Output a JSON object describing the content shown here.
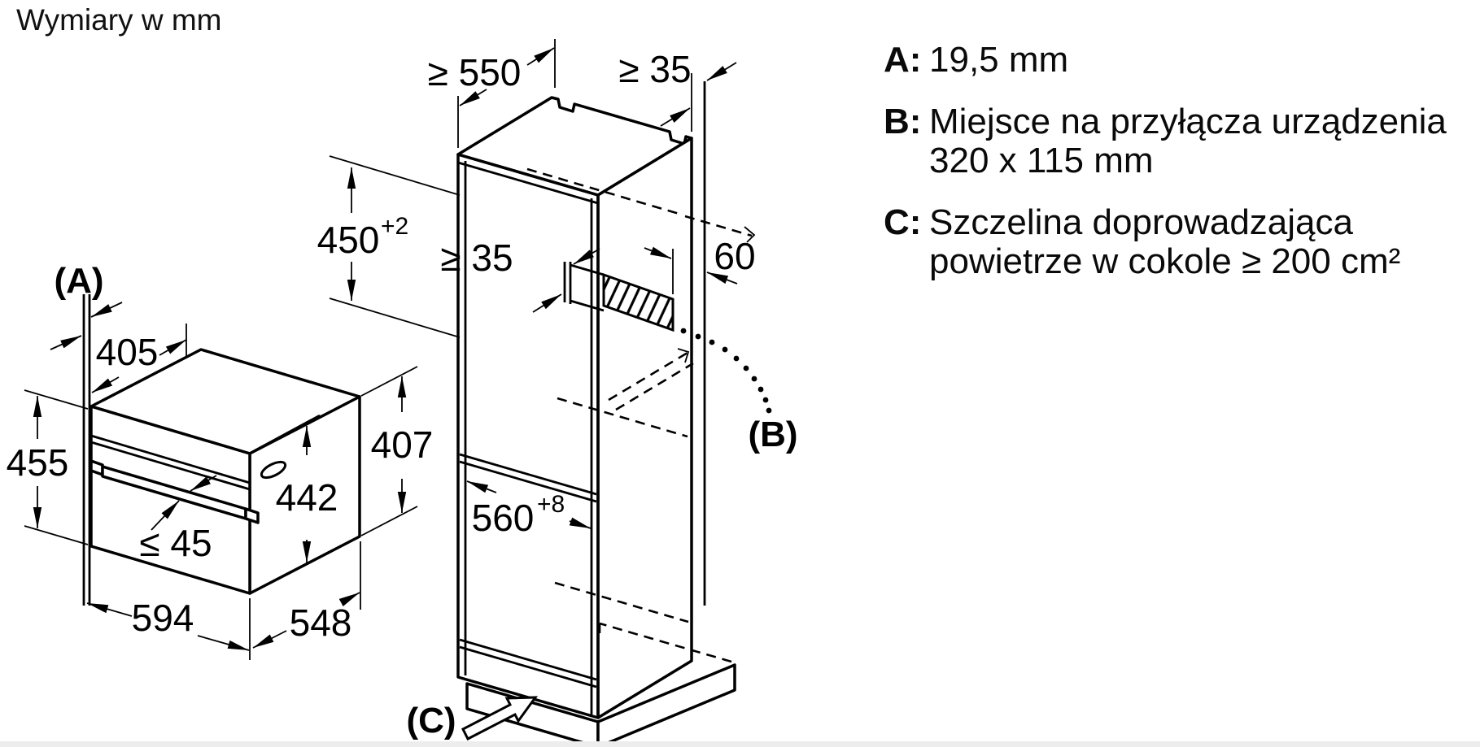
{
  "title": "Wymiary w mm",
  "legend": {
    "a_key": "A:",
    "a_text": "19,5 mm",
    "b_key": "B:",
    "b_line1": "Miejsce na przyłącza urządzenia",
    "b_line2": "320 x 115 mm",
    "c_key": "C:",
    "c_line1": "Szczelina doprowadzająca",
    "c_line2": "powietrze w cokole ≥ 200 cm²"
  },
  "dims": {
    "a_label": "(A)",
    "b_label": "(B)",
    "c_label": "(C)",
    "oven_top_depth": "405",
    "oven_front_height": "455",
    "handle_projection": "≤ 45",
    "oven_inner_height": "442",
    "oven_side_height": "407",
    "oven_width": "594",
    "oven_depth": "548",
    "cabinet_depth_min": "≥ 550",
    "cabinet_top_wall_gap": "≥ 35",
    "niche_height": "450",
    "niche_height_tol": "+2",
    "niche_back_gap": "≥ 35",
    "recess_wall_gap": "60",
    "niche_width": "560",
    "niche_width_tol": "+8"
  }
}
